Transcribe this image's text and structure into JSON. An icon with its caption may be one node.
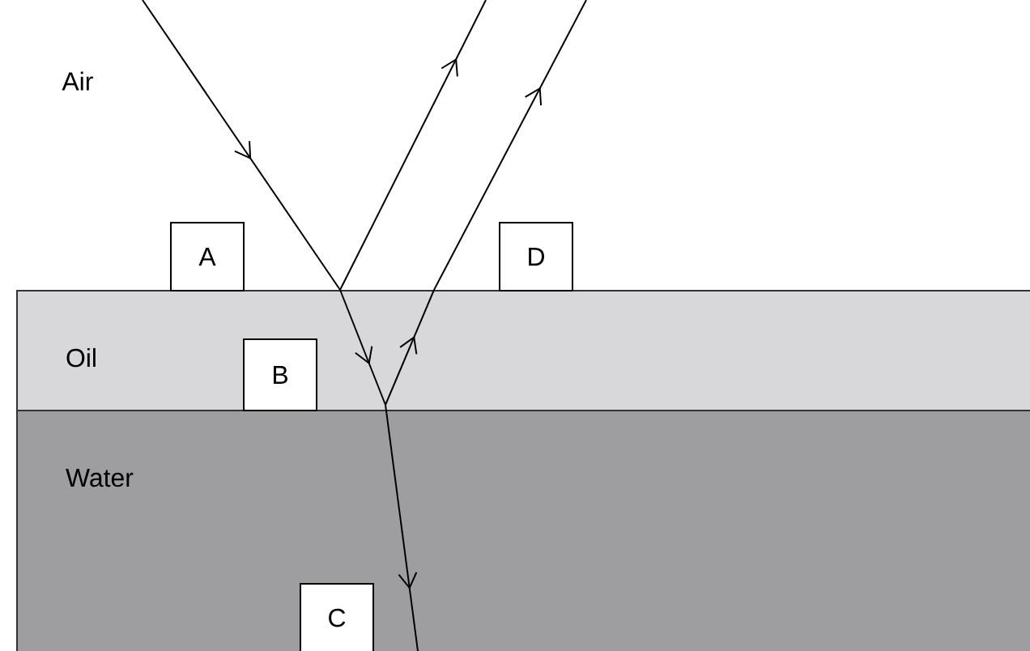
{
  "diagram": {
    "nodes": [
      {
        "text": [
          "A"
        ]
      },
      {
        "text": [
          "D"
        ]
      },
      {
        "text": [
          "Oil"
        ]
      },
      {
        "text": [
          "B"
        ],
        "in": 2
      },
      {
        "text": [
          "Water"
        ]
      },
      {
        "text": [
          "C"
        ],
        "in": 4
      }
    ],
    "labels": [
      "Air"
    ]
  }
}
